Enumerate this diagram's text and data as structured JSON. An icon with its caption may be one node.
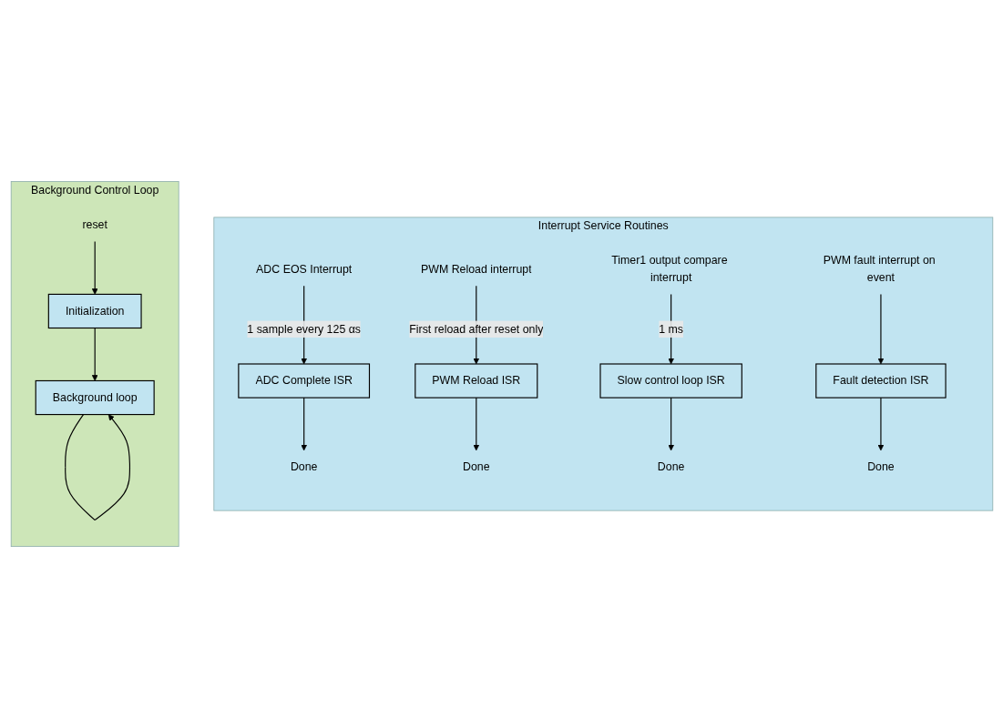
{
  "diagram": {
    "nodes": [
      {
        "text": [
          "Interrupt Service Routines"
        ]
      },
      {
        "text": [
          "ADC EOS Interrupt"
        ],
        "in": 0
      },
      {
        "text": [
          "ADC Complete ISR"
        ],
        "in": 0
      },
      {
        "text": [
          "Done"
        ],
        "in": 0
      },
      {
        "text": [
          "PWM Reload interrupt"
        ],
        "in": 0
      },
      {
        "text": [
          "PWM Reload ISR"
        ],
        "in": 0
      },
      {
        "text": [
          "Done"
        ],
        "in": 0
      },
      {
        "text": [
          "Timer1 output compare interrupt"
        ],
        "in": 0
      },
      {
        "text": [
          "Slow control loop ISR"
        ],
        "in": 0
      },
      {
        "text": [
          "Done"
        ],
        "in": 0
      },
      {
        "text": [
          "PWM fault interrupt on event"
        ],
        "in": 0
      },
      {
        "text": [
          "Fault detection ISR"
        ],
        "in": 0
      },
      {
        "text": [
          "Done"
        ],
        "in": 0
      },
      {
        "text": [
          "Background Control Loop"
        ]
      },
      {
        "text": [
          "reset"
        ],
        "in": 13
      },
      {
        "text": [
          "Initialization"
        ],
        "in": 13
      },
      {
        "text": [
          "Background loop"
        ],
        "in": 13
      }
    ],
    "edges": [
      {
        "from": 1,
        "to": 2,
        "arrow": "to",
        "label": "1 sample every 125 αs"
      },
      {
        "from": 2,
        "to": 3,
        "arrow": "to"
      },
      {
        "from": 4,
        "to": 5,
        "arrow": "to",
        "label": "First reload after reset only"
      },
      {
        "from": 5,
        "to": 6,
        "arrow": "to"
      },
      {
        "from": 7,
        "to": 8,
        "arrow": "to",
        "label": "1 ms"
      },
      {
        "from": 8,
        "to": 9,
        "arrow": "to"
      },
      {
        "from": 10,
        "to": 11,
        "arrow": "to"
      },
      {
        "from": 11,
        "to": 12,
        "arrow": "to"
      },
      {
        "from": 14,
        "to": 15,
        "arrow": "to"
      },
      {
        "from": 15,
        "to": 16,
        "arrow": "to"
      },
      {
        "from": 16,
        "to": 16,
        "arrow": "to"
      }
    ]
  }
}
